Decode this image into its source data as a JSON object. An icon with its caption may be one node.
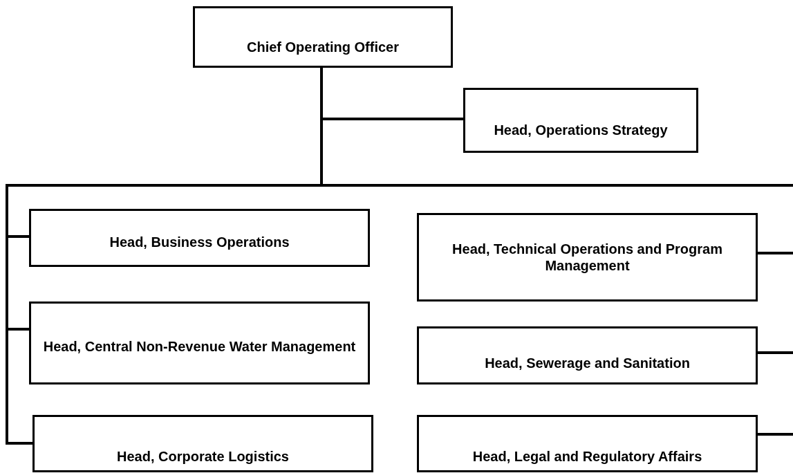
{
  "diagram": {
    "nodes": [
      {
        "text": [
          "Chief Operating Officer"
        ]
      },
      {
        "text": [
          "Head, Operations Strategy"
        ]
      },
      {
        "text": [
          "Head, Business Operations"
        ]
      },
      {
        "text": [
          "Head, Central Non-Revenue Water Management"
        ]
      },
      {
        "text": [
          "Head, Corporate Logistics"
        ]
      },
      {
        "text": [
          "Head, Technical Operations and Program Management"
        ]
      },
      {
        "text": [
          "Head, Sewerage and Sanitation"
        ]
      },
      {
        "text": [
          "Head, Legal and Regulatory Affairs"
        ]
      }
    ],
    "edges": [
      {
        "from": 0,
        "to": 1,
        "arrow": "none"
      },
      {
        "from": 0,
        "to": 2,
        "arrow": "none"
      },
      {
        "from": 0,
        "to": 3,
        "arrow": "none"
      },
      {
        "from": 0,
        "to": 4,
        "arrow": "none"
      },
      {
        "from": 0,
        "to": 5,
        "arrow": "none"
      },
      {
        "from": 0,
        "to": 6,
        "arrow": "none"
      },
      {
        "from": 0,
        "to": 7,
        "arrow": "none"
      }
    ]
  }
}
